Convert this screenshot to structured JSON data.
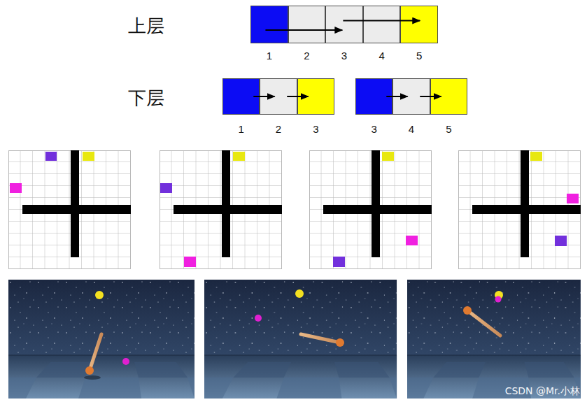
{
  "diagram": {
    "nodes": [
      {
        "text": [
          "1"
        ]
      },
      {
        "text": [
          "2"
        ]
      },
      {
        "text": [
          "3"
        ]
      },
      {
        "text": [
          "4"
        ]
      },
      {
        "text": [
          "5"
        ]
      },
      {
        "text": [
          "1"
        ]
      },
      {
        "text": [
          "2"
        ]
      },
      {
        "text": [
          "3"
        ]
      },
      {
        "text": [
          "3"
        ]
      },
      {
        "text": [
          "4"
        ]
      },
      {
        "text": [
          "5"
        ]
      }
    ],
    "edges": [
      {
        "from": 0,
        "to": 2,
        "arrow": "to"
      },
      {
        "from": 2,
        "to": 4,
        "arrow": "to"
      },
      {
        "from": 5,
        "to": 6,
        "arrow": "to"
      },
      {
        "from": 6,
        "to": 7,
        "arrow": "to"
      },
      {
        "from": 8,
        "to": 9,
        "arrow": "to"
      },
      {
        "from": 9,
        "to": 10,
        "arrow": "to"
      }
    ],
    "labels": [
      "上层",
      "下层",
      "CSDN @Mr.小林"
    ]
  }
}
